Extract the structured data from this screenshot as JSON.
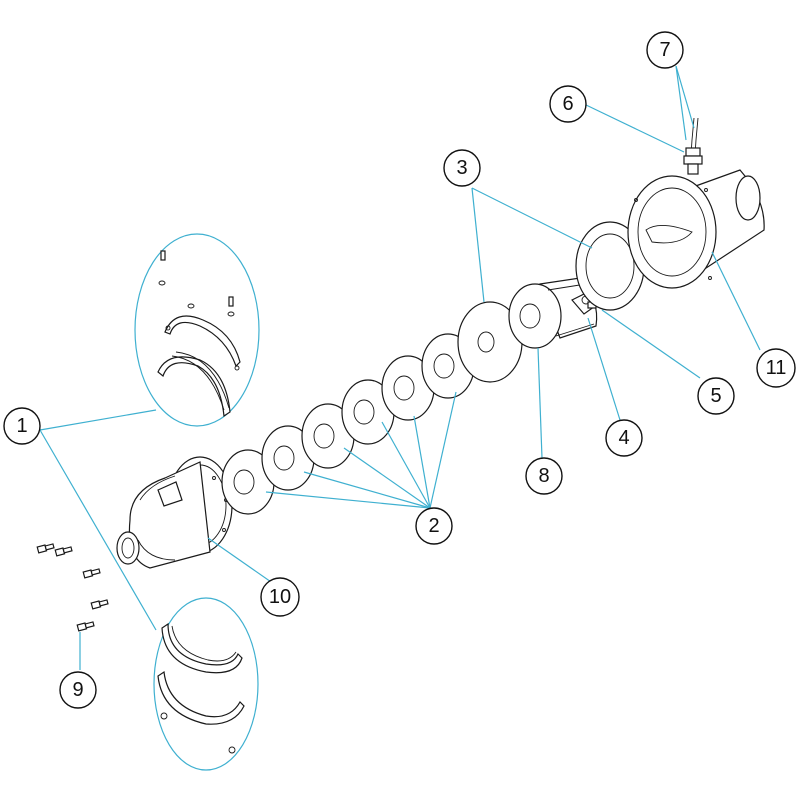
{
  "callouts": [
    {
      "id": "c1",
      "label": "1"
    },
    {
      "id": "c2",
      "label": "2"
    },
    {
      "id": "c3",
      "label": "3"
    },
    {
      "id": "c4",
      "label": "4"
    },
    {
      "id": "c5",
      "label": "5"
    },
    {
      "id": "c6",
      "label": "6"
    },
    {
      "id": "c7",
      "label": "7"
    },
    {
      "id": "c8",
      "label": "8"
    },
    {
      "id": "c9",
      "label": "9"
    },
    {
      "id": "c10",
      "label": "10"
    },
    {
      "id": "c11",
      "label": "11"
    }
  ],
  "colors": {
    "leader": "#3fb0d0",
    "outline": "#1a1a1a",
    "background": "#ffffff"
  }
}
